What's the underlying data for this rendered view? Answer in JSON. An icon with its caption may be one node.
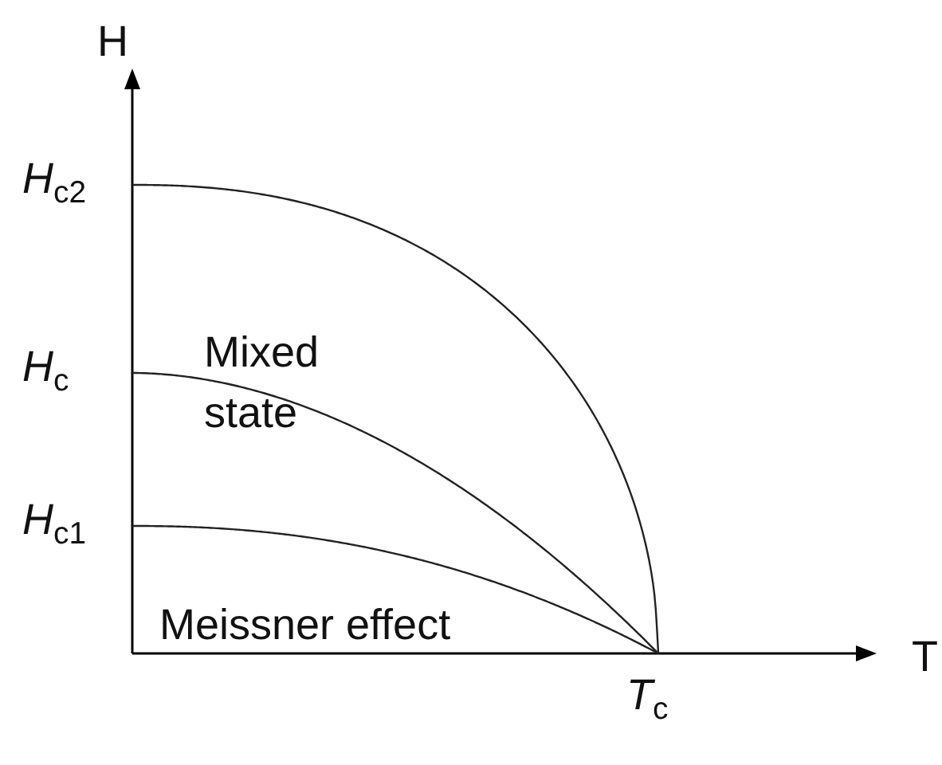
{
  "diagram": {
    "labels": [
      "H",
      "*H*$_{c2}$",
      "*H*$_{c}$",
      "Mixed state",
      "*H*$_{c1}$",
      "Meissner effect",
      "T",
      "*T*$_{c}$"
    ]
  }
}
